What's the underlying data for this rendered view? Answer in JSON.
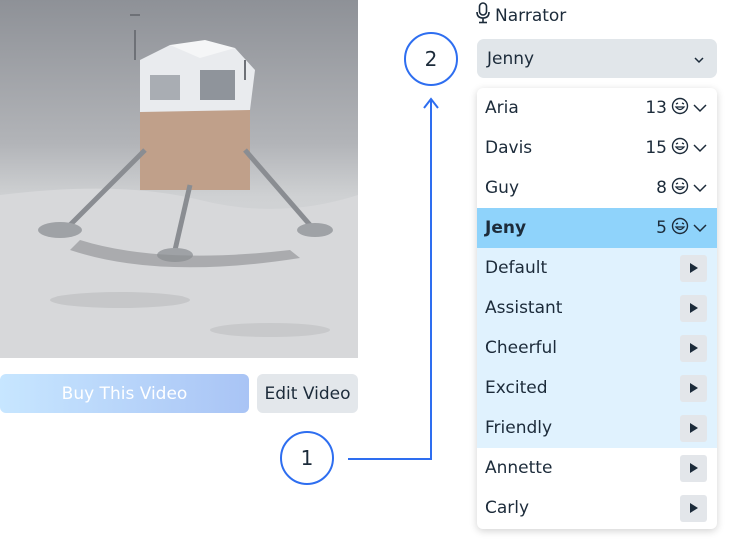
{
  "video": {
    "buy_label": "Buy This Video",
    "edit_label": "Edit Video"
  },
  "narrator": {
    "label": "Narrator",
    "selected_value": "Jenny"
  },
  "callouts": {
    "one": "1",
    "two": "2"
  },
  "dropdown": {
    "voices": [
      {
        "name": "Aria",
        "count": "13"
      },
      {
        "name": "Davis",
        "count": "15"
      },
      {
        "name": "Guy",
        "count": "8"
      },
      {
        "name": "Jeny",
        "count": "5"
      }
    ],
    "styles": [
      "Default",
      "Assistant",
      "Cheerful",
      "Excited",
      "Friendly"
    ],
    "others": [
      "Annette",
      "Carly"
    ]
  },
  "colors": {
    "accent": "#2e6ef0",
    "selected_row": "#8fd3fb",
    "style_row": "#e0f2fe"
  },
  "icons": {
    "mic": "microphone-icon",
    "emoji": "laughing-face-icon",
    "chevron": "chevron-down-icon",
    "play": "play-icon"
  }
}
